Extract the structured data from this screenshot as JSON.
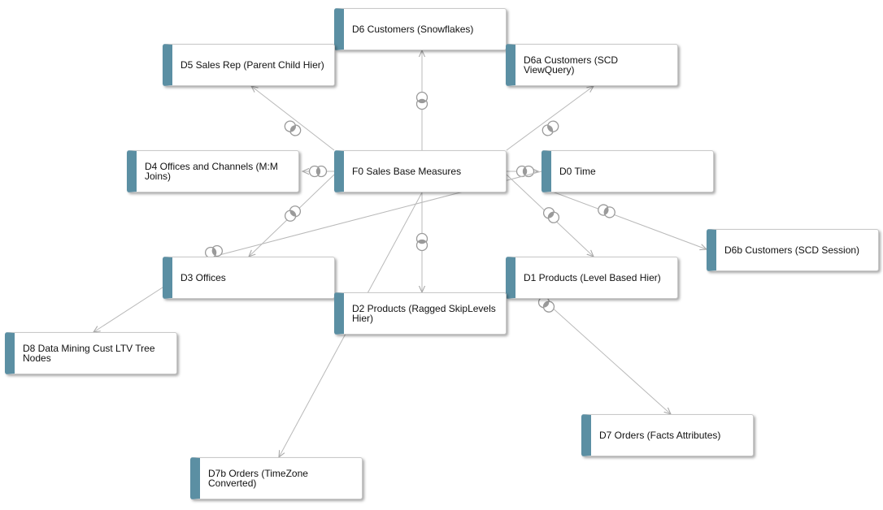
{
  "diagram": {
    "accent_color": "#5b8fa3",
    "nodes": [
      {
        "id": "d6",
        "label": "D6 Customers (Snowflakes)"
      },
      {
        "id": "d5",
        "label": "D5 Sales Rep (Parent Child Hier)"
      },
      {
        "id": "d6a",
        "label": "D6a Customers (SCD ViewQuery)"
      },
      {
        "id": "d4",
        "label": "D4 Offices and Channels (M:M Joins)"
      },
      {
        "id": "f0",
        "label": "F0 Sales Base Measures"
      },
      {
        "id": "d0",
        "label": "D0 Time"
      },
      {
        "id": "d6b",
        "label": "D6b Customers (SCD Session)"
      },
      {
        "id": "d3",
        "label": "D3 Offices"
      },
      {
        "id": "d1",
        "label": "D1 Products (Level Based Hier)"
      },
      {
        "id": "d2",
        "label": "D2 Products (Ragged SkipLevels Hier)"
      },
      {
        "id": "d8",
        "label": "D8 Data Mining Cust LTV Tree Nodes"
      },
      {
        "id": "d7",
        "label": "D7 Orders (Facts Attributes)"
      },
      {
        "id": "d7b",
        "label": "D7b Orders (TimeZone Converted)"
      }
    ],
    "edges": [
      {
        "from": "f0",
        "to": "d6",
        "join_icon": "join-icon"
      },
      {
        "from": "f0",
        "to": "d5",
        "join_icon": "join-icon"
      },
      {
        "from": "f0",
        "to": "d6a",
        "join_icon": "join-icon"
      },
      {
        "from": "f0",
        "to": "d4",
        "join_icon": "join-icon"
      },
      {
        "from": "f0",
        "to": "d0",
        "join_icon": "join-icon"
      },
      {
        "from": "f0",
        "to": "d3",
        "join_icon": "join-icon"
      },
      {
        "from": "d0",
        "to": "d3",
        "join_icon": "join-icon"
      },
      {
        "from": "d0",
        "to": "d6b",
        "join_icon": "join-icon"
      },
      {
        "from": "f0",
        "to": "d1",
        "join_icon": "join-icon"
      },
      {
        "from": "f0",
        "to": "d2",
        "join_icon": "join-icon"
      },
      {
        "from": "f0",
        "to": "d7b",
        "join_icon": null
      },
      {
        "from": "d3",
        "to": "d8",
        "join_icon": null
      },
      {
        "from": "d1",
        "to": "d7",
        "join_icon": "join-icon"
      }
    ]
  }
}
